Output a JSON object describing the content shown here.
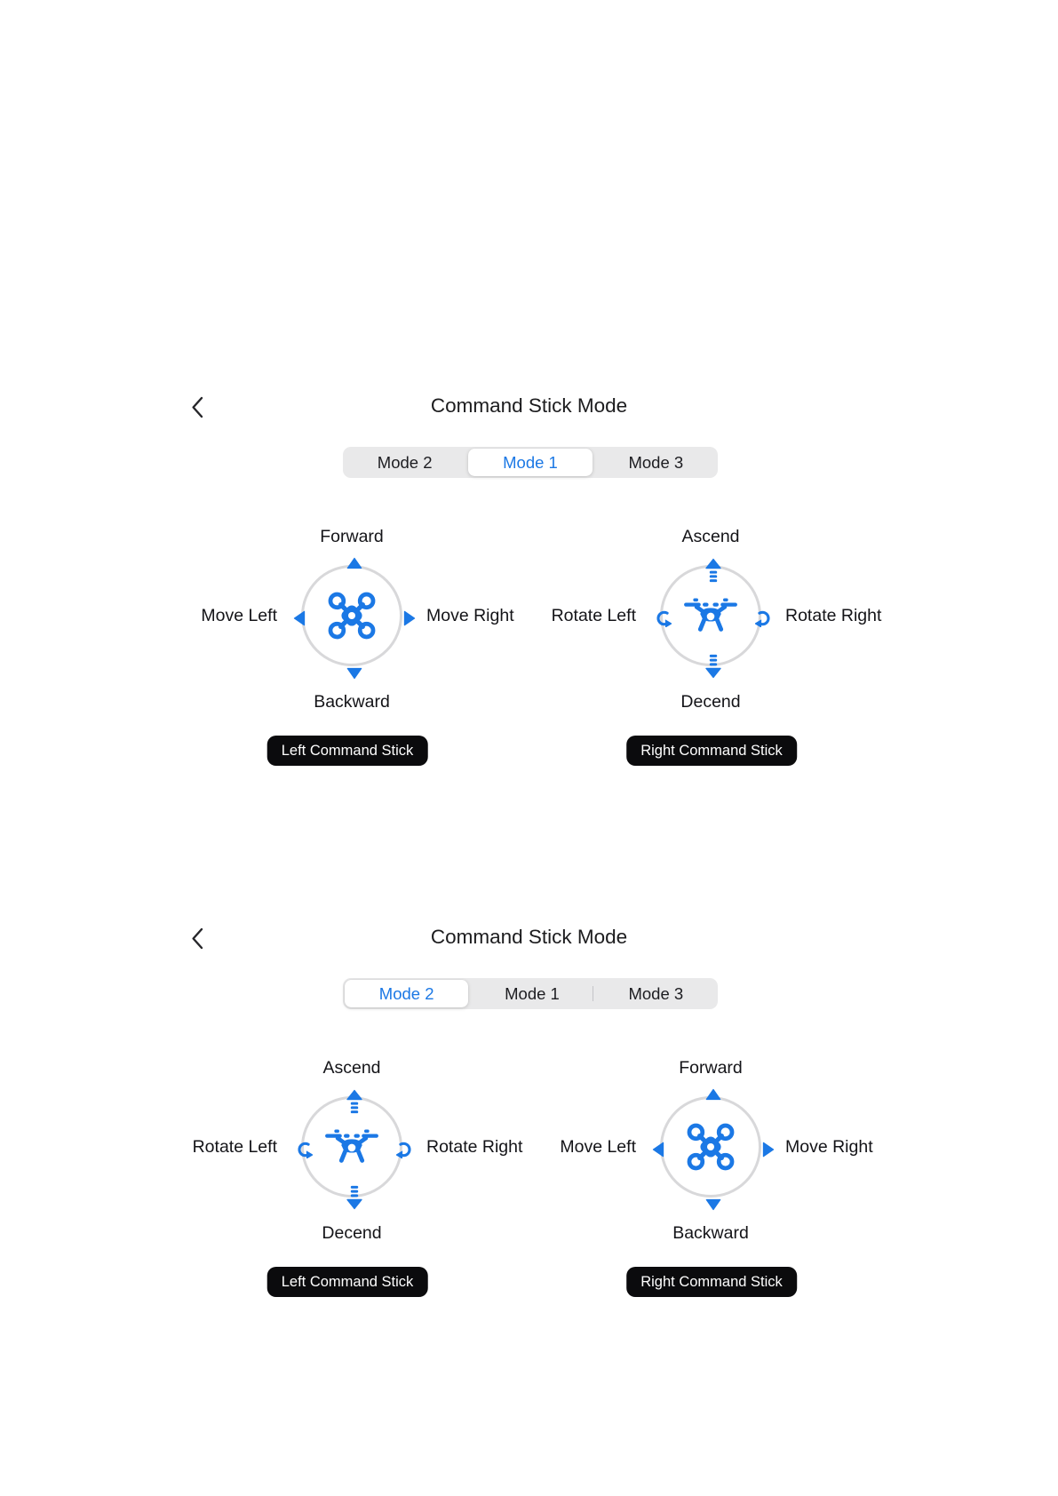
{
  "colors": {
    "accent_blue": "#1B78E5",
    "segment_track_gray": "#E9E9EA",
    "circle_stroke_gray": "#D8D8DA",
    "caption_pill_black": "#0B0B0D",
    "text_ink": "#1b1b1f"
  },
  "icons": {
    "back": "chevron-left-icon",
    "move_arrow": "triangle-arrow-icon",
    "ascend_arrow": "throttle-up-arrow-icon",
    "descend_arrow": "throttle-down-arrow-icon",
    "rotate_left": "rotate-ccw-arrow-icon",
    "rotate_right": "rotate-cw-arrow-icon",
    "drone_top": "drone-top-view-icon",
    "drone_front": "drone-front-view-icon"
  },
  "panels": [
    {
      "title": "Command Stick Mode",
      "modes": [
        "Mode 2",
        "Mode 1",
        "Mode 3"
      ],
      "selected_mode": "Mode 1",
      "left_stick": {
        "top": "Forward",
        "bottom": "Backward",
        "left": "Move Left",
        "right": "Move Right",
        "icon": "drone-top-view",
        "button": "Left Command Stick"
      },
      "right_stick": {
        "top": "Ascend",
        "bottom": "Decend",
        "left": "Rotate Left",
        "right": "Rotate Right",
        "icon": "drone-front-view",
        "button": "Right Command Stick"
      }
    },
    {
      "title": "Command Stick Mode",
      "modes": [
        "Mode 2",
        "Mode 1",
        "Mode 3"
      ],
      "selected_mode": "Mode 2",
      "left_stick": {
        "top": "Ascend",
        "bottom": "Decend",
        "left": "Rotate Left",
        "right": "Rotate Right",
        "icon": "drone-front-view",
        "button": "Left Command Stick"
      },
      "right_stick": {
        "top": "Forward",
        "bottom": "Backward",
        "left": "Move Left",
        "right": "Move Right",
        "icon": "drone-top-view",
        "button": "Right Command Stick"
      }
    }
  ]
}
